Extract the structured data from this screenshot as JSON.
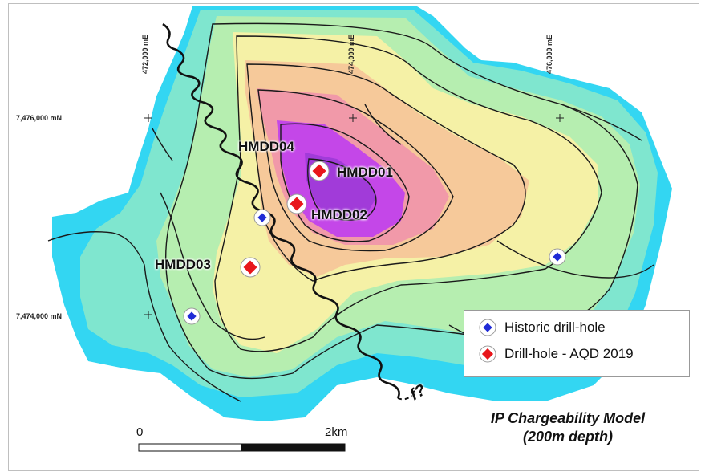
{
  "map": {
    "easting_labels": [
      "472,000 mE",
      "474,000 mE",
      "476,000 mE"
    ],
    "northing_labels": [
      "7,476,000 mN",
      "7,474,000 mN"
    ],
    "fault_label": "f?",
    "title_line1": "IP Chargeability Model",
    "title_line2": "(200m depth)",
    "scale": {
      "start": "0",
      "end": "2km"
    },
    "drill_holes": [
      {
        "label": "HMDD01",
        "type": "aqd2019"
      },
      {
        "label": "HMDD02",
        "type": "aqd2019"
      },
      {
        "label": "HMDD03",
        "type": "aqd2019"
      },
      {
        "label": "HMDD04",
        "type": "aqd2019"
      }
    ],
    "legend": [
      {
        "label": "Historic drill-hole",
        "color": "#1f2bd6"
      },
      {
        "label": "Drill-hole - AQD 2019",
        "color": "#e8161b"
      }
    ],
    "colors": {
      "low": "#33d6f2",
      "mid_low": "#7fe6cf",
      "mid": "#b6eeb0",
      "mid_high": "#f5f1a6",
      "high": "#f6c99a",
      "higher": "#f199a9",
      "peak": "#c447e8",
      "max": "#a13bd9"
    }
  }
}
